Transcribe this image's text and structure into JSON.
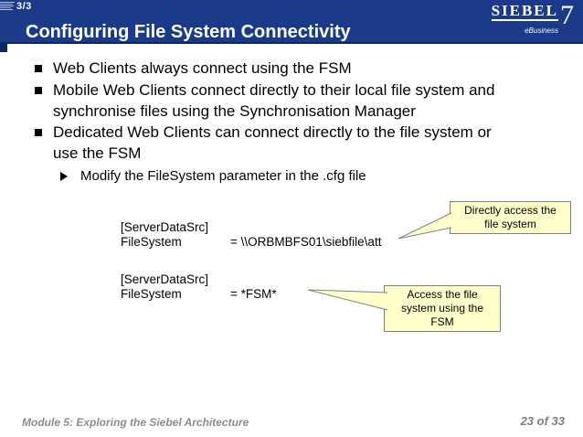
{
  "slide": {
    "page_indicator": "3/3",
    "title": "Configuring File System Connectivity",
    "logo": {
      "brand": "SIEBEL",
      "tagline": "eBusiness",
      "version": "7"
    },
    "bullets": [
      {
        "lines": [
          "Web Clients always connect using the FSM"
        ]
      },
      {
        "lines": [
          "Mobile Web Clients connect directly to their local file system and",
          "synchronise files using the Synchronisation Manager"
        ]
      },
      {
        "lines": [
          "Dedicated Web Clients can connect directly to the file system or",
          "use the FSM"
        ]
      }
    ],
    "sub_bullet": "Modify the FileSystem parameter in the .cfg file",
    "code_blocks": [
      {
        "section": "[ServerDataSrc]",
        "param": "FileSystem",
        "value": "= \\\\ORBMBFS01\\siebfile\\att"
      },
      {
        "section": "[ServerDataSrc]",
        "param": "FileSystem",
        "value": "= *FSM*"
      }
    ],
    "callouts": [
      {
        "text": "Directly access the file system"
      },
      {
        "text": "Access the file system using the FSM"
      }
    ],
    "footer": {
      "left": "Module 5: Exploring the Siebel Architecture",
      "right": "23 of 33"
    },
    "colors": {
      "header_blue": "#1b3a8a",
      "header_dark_edge": "#0d2664",
      "callout_fill": "#ffffcc",
      "callout_border": "#808080",
      "footer_gray": "#8c8c8c"
    }
  }
}
